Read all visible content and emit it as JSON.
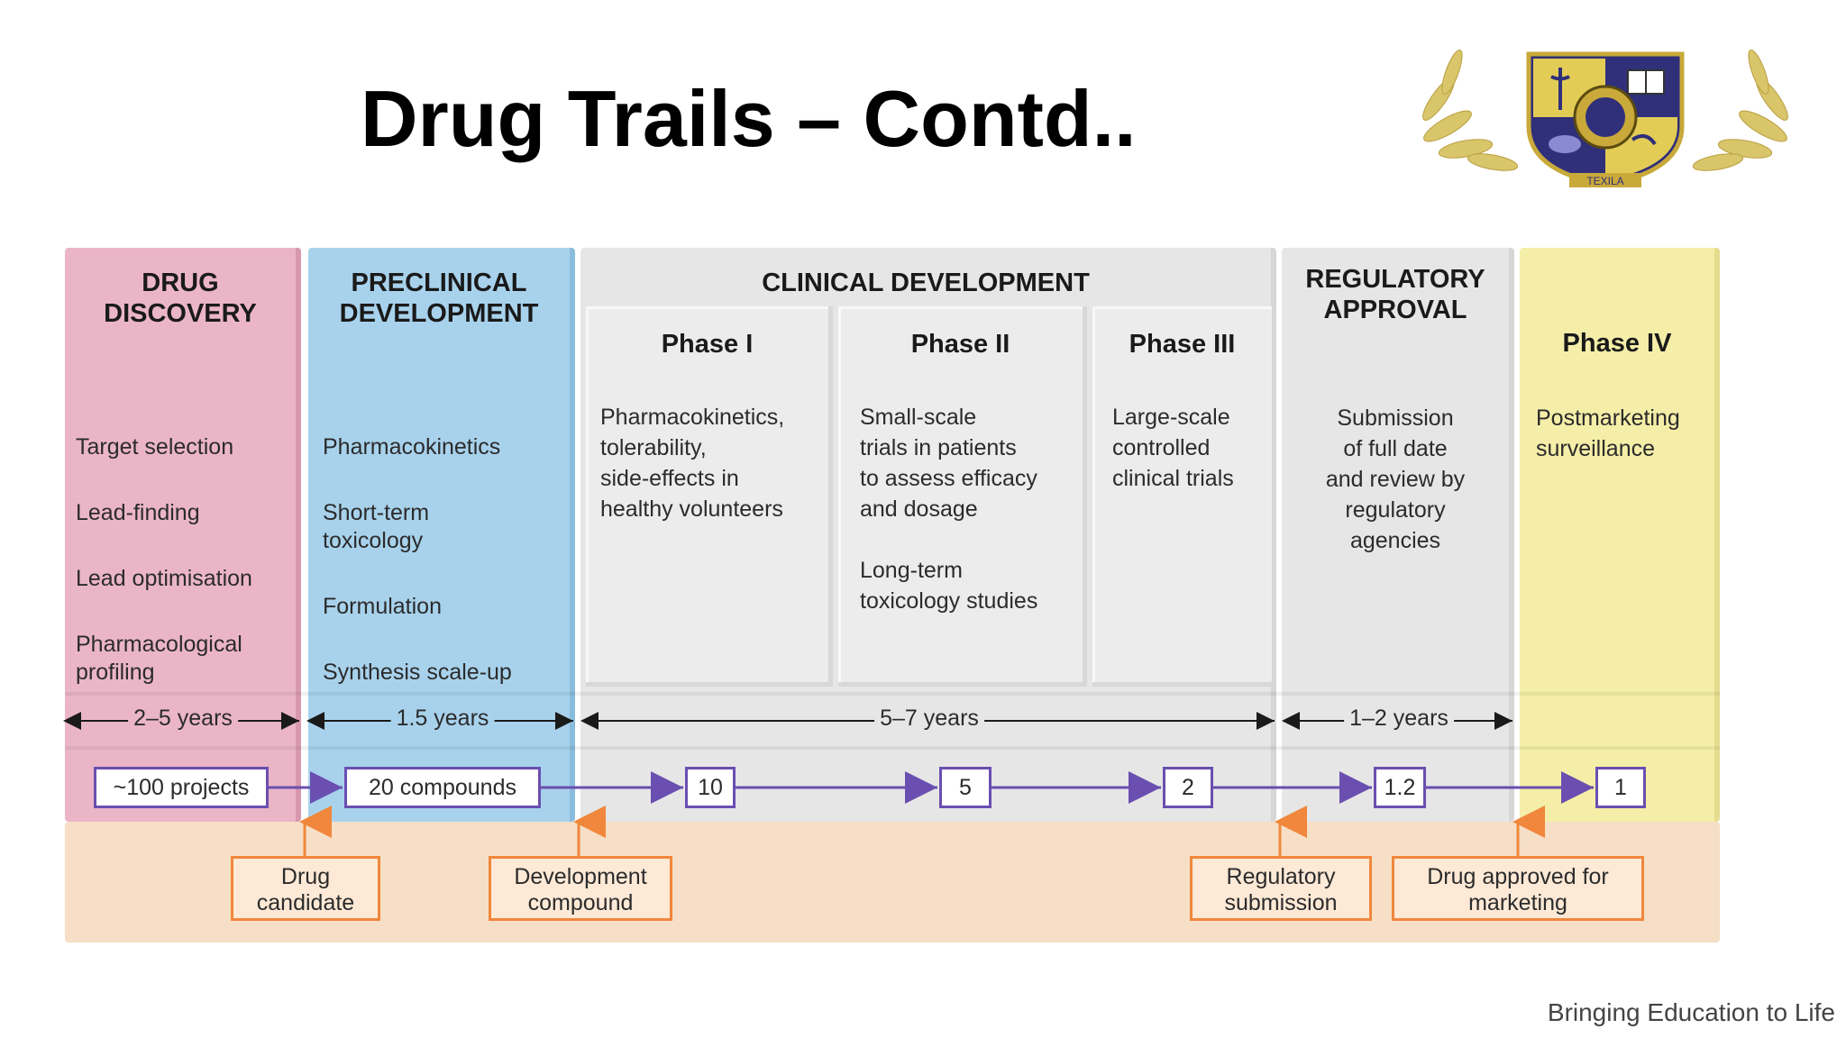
{
  "title": "Drug Trails – Contd..",
  "logo": {
    "icon": "texila-crest-logo",
    "text": "TEXILA"
  },
  "tagline": "Bringing Education to Life",
  "colors": {
    "discovery": "#ebb5c8",
    "preclinical": "#a8d2ec",
    "clinical": "#e6e6e6",
    "regulatory": "#e6e6e6",
    "phase4": "#f5eea8",
    "milestone_band": "#f6dfc6",
    "arrow_purple": "#6a4fb0",
    "arrow_orange": "#f0873c"
  },
  "stages": {
    "discovery": {
      "heading": "DRUG\nDISCOVERY",
      "items": [
        "Target selection",
        "Lead-finding",
        "Lead optimisation",
        "Pharmacological\nprofiling"
      ],
      "duration": "2–5 years",
      "count": "~100 projects"
    },
    "preclinical": {
      "heading": "PRECLINICAL\nDEVELOPMENT",
      "items": [
        "Pharmacokinetics",
        "Short-term\ntoxicology",
        "Formulation",
        "Synthesis scale-up"
      ],
      "duration": "1.5 years",
      "count": "20 compounds"
    },
    "clinical": {
      "heading": "CLINICAL DEVELOPMENT",
      "duration": "5–7 years",
      "phase1": {
        "title": "Phase I",
        "text": "Pharmacokinetics,\ntolerability,\nside-effects in\nhealthy volunteers",
        "count": "10"
      },
      "phase2": {
        "title": "Phase II",
        "text": "Small-scale\ntrials in patients\nto assess efficacy\nand dosage\n\nLong-term\ntoxicology studies",
        "count": "5"
      },
      "phase3": {
        "title": "Phase III",
        "text": "Large-scale\ncontrolled\nclinical trials",
        "count": "2"
      }
    },
    "regulatory": {
      "heading": "REGULATORY\nAPPROVAL",
      "text": "Submission\nof full date\nand review by\nregulatory\nagencies",
      "duration": "1–2 years",
      "count": "1.2"
    },
    "phase4": {
      "title": "Phase IV",
      "text": "Postmarketing\nsurveillance",
      "count": "1"
    }
  },
  "milestones": [
    "Drug\ncandidate",
    "Development\ncompound",
    "Regulatory\nsubmission",
    "Drug approved for\nmarketing"
  ]
}
